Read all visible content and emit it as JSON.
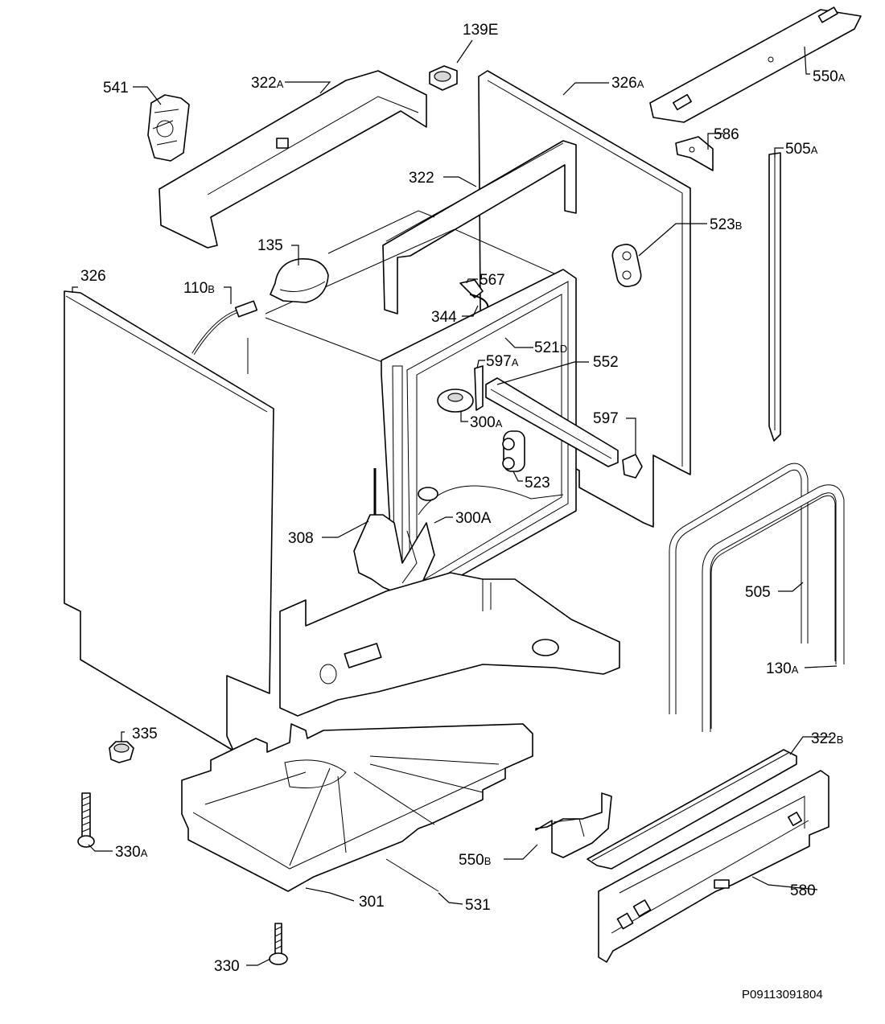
{
  "reference_code": "P09113091804",
  "callouts": [
    {
      "id": "c541",
      "num": "541",
      "sfx": ""
    },
    {
      "id": "c322a",
      "num": "322",
      "sfx": "A"
    },
    {
      "id": "c139e",
      "num": "139E",
      "sfx": ""
    },
    {
      "id": "c326a",
      "num": "326",
      "sfx": "A"
    },
    {
      "id": "c550a",
      "num": "550",
      "sfx": "A"
    },
    {
      "id": "c586",
      "num": "586",
      "sfx": ""
    },
    {
      "id": "c505a",
      "num": "505",
      "sfx": "A"
    },
    {
      "id": "c322",
      "num": "322",
      "sfx": ""
    },
    {
      "id": "c135",
      "num": "135",
      "sfx": ""
    },
    {
      "id": "c523b",
      "num": "523",
      "sfx": "B"
    },
    {
      "id": "c326",
      "num": "326",
      "sfx": ""
    },
    {
      "id": "c110b",
      "num": "110",
      "sfx": "B"
    },
    {
      "id": "c567",
      "num": "567",
      "sfx": ""
    },
    {
      "id": "c344",
      "num": "344",
      "sfx": ""
    },
    {
      "id": "c521d",
      "num": "521",
      "sfx": "D"
    },
    {
      "id": "c597a",
      "num": "597",
      "sfx": "A"
    },
    {
      "id": "c552",
      "num": "552",
      "sfx": ""
    },
    {
      "id": "c300a1",
      "num": "300",
      "sfx": "A"
    },
    {
      "id": "c597",
      "num": "597",
      "sfx": ""
    },
    {
      "id": "c523",
      "num": "523",
      "sfx": ""
    },
    {
      "id": "c300a2",
      "num": "300A",
      "sfx": ""
    },
    {
      "id": "c308",
      "num": "308",
      "sfx": ""
    },
    {
      "id": "c505",
      "num": "505",
      "sfx": ""
    },
    {
      "id": "c130a",
      "num": "130",
      "sfx": "A"
    },
    {
      "id": "c335",
      "num": "335",
      "sfx": ""
    },
    {
      "id": "c322b",
      "num": "322",
      "sfx": "B"
    },
    {
      "id": "c330a",
      "num": "330",
      "sfx": "A"
    },
    {
      "id": "c550b",
      "num": "550",
      "sfx": "B"
    },
    {
      "id": "c580",
      "num": "580",
      "sfx": ""
    },
    {
      "id": "c301",
      "num": "301",
      "sfx": ""
    },
    {
      "id": "c531",
      "num": "531",
      "sfx": ""
    },
    {
      "id": "c330",
      "num": "330",
      "sfx": ""
    }
  ]
}
